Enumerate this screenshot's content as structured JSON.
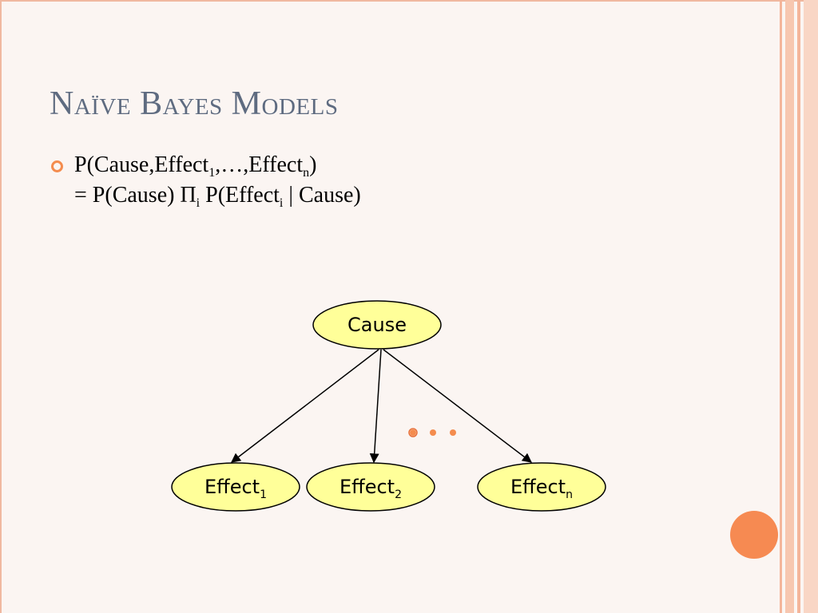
{
  "slide": {
    "title": "Naïve Bayes Models",
    "bullet": {
      "line1": {
        "prefix": "P(Cause,Effect",
        "sub1": "1",
        "mid": ",…,Effect",
        "sub2": "n",
        "suffix": ")"
      },
      "line2": {
        "prefix": "= P(Cause) Π",
        "sub1": "i",
        "mid": " P(Effect",
        "sub2": "i",
        "suffix": " | Cause)"
      }
    }
  },
  "diagram": {
    "nodes": [
      {
        "id": "cause",
        "label": "Cause",
        "sub": ""
      },
      {
        "id": "effect1",
        "label": "Effect",
        "sub": "1"
      },
      {
        "id": "effect2",
        "label": "Effect",
        "sub": "2"
      },
      {
        "id": "effectn",
        "label": "Effect",
        "sub": "n"
      }
    ],
    "edges": [
      {
        "from": "cause",
        "to": "effect1"
      },
      {
        "from": "cause",
        "to": "effect2"
      },
      {
        "from": "cause",
        "to": "effectn"
      }
    ],
    "ellipsis": "• • •"
  },
  "colors": {
    "node_fill": "#ffff99",
    "accent": "#f68a52",
    "title": "#5e6b80",
    "stripe": "#f4b59a"
  }
}
